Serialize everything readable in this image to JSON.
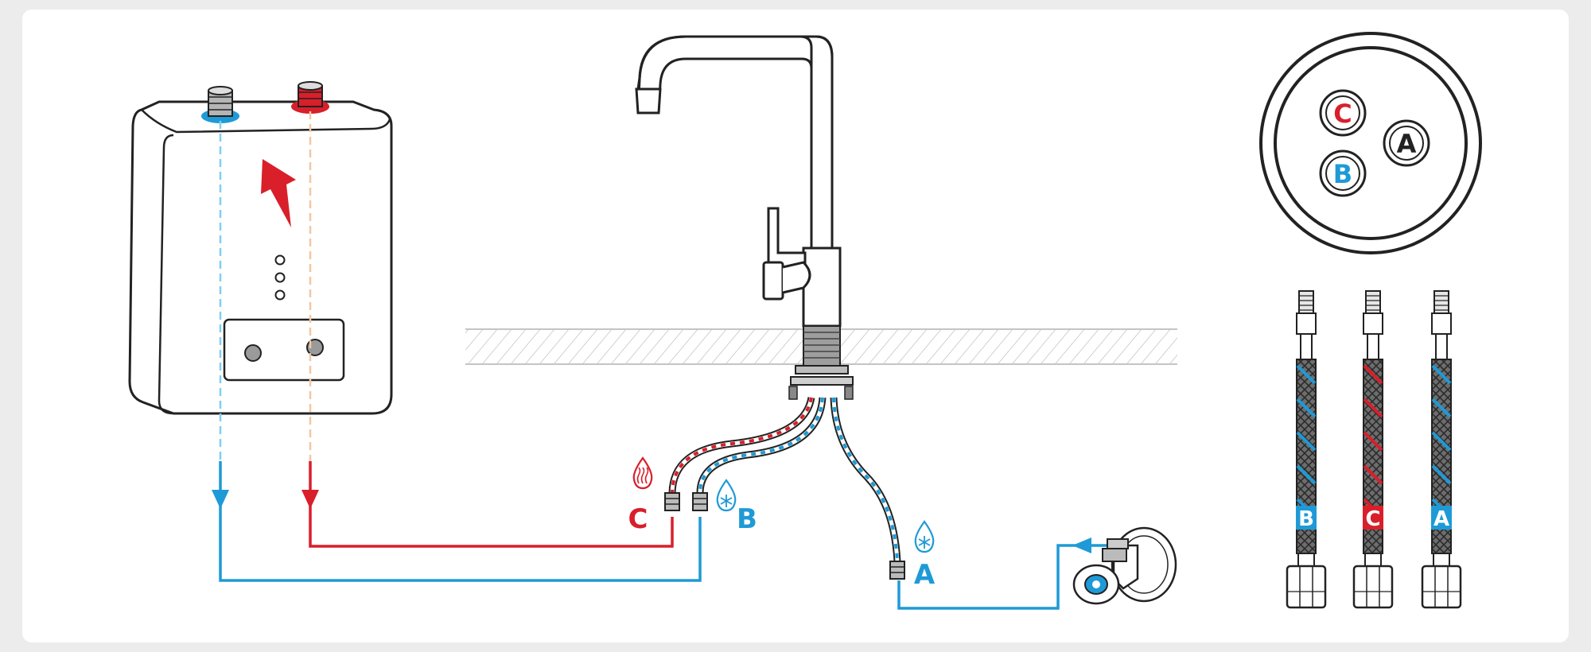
{
  "colors": {
    "hot": "#d81f2a",
    "cold": "#1e9ad6",
    "outline": "#222222",
    "hatch": "#bdbdbd",
    "background": "#ececec",
    "card": "#ffffff"
  },
  "icons": {
    "hot_drop": "hot-water-drop-icon",
    "cold_drop": "cold-water-drop-icon",
    "power": "lightning-bolt-icon"
  },
  "labels": {
    "hot_outlet": "C",
    "cold_outlet": "B",
    "supply_inlet": "A"
  },
  "faucet_base": {
    "top": "C",
    "left": "B",
    "right": "A"
  },
  "hoses": [
    {
      "label": "B",
      "stripe": "cold"
    },
    {
      "label": "C",
      "stripe": "hot"
    },
    {
      "label": "A",
      "stripe": "cold"
    }
  ]
}
